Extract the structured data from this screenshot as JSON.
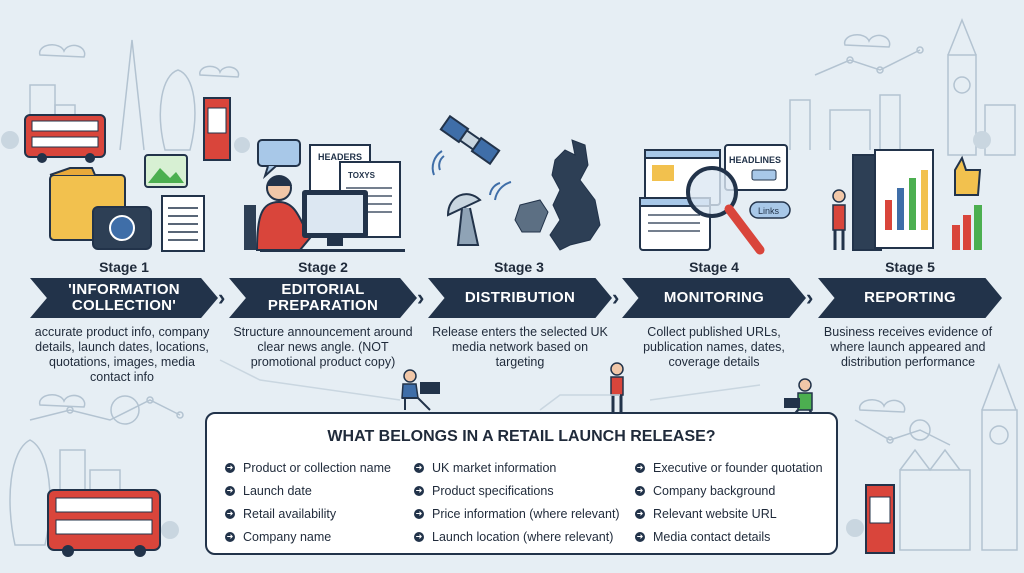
{
  "stages": [
    {
      "label": "Stage 1",
      "title_line1": "'INFORMATION",
      "title_line2": "COLLECTION'",
      "description": "accurate product info, company details, launch dates, locations, quotations, images, media contact info"
    },
    {
      "label": "Stage 2",
      "title_line1": "EDITORIAL",
      "title_line2": "PREPARATION",
      "description": "Structure announcement around clear news angle. (NOT promotional product copy)"
    },
    {
      "label": "Stage 3",
      "title_line1": "DISTRIBUTION",
      "title_line2": "",
      "description": "Release enters the selected UK media network based on targeting"
    },
    {
      "label": "Stage 4",
      "title_line1": "MONITORING",
      "title_line2": "",
      "description": "Collect published URLs, publication names, dates, coverage details"
    },
    {
      "label": "Stage 5",
      "title_line1": "REPORTING",
      "title_line2": "",
      "description": "Business receives evidence of where launch appeared and distribution performance"
    }
  ],
  "illustration_text": {
    "headers": "HEADERS",
    "texts": "TOXYS",
    "headlines": "HEADLINES",
    "links": "Links"
  },
  "checklist": {
    "title": "WHAT BELONGS IN A RETAIL LAUNCH RELEASE?",
    "col1": [
      "Product or collection name",
      "Launch date",
      "Retail availability",
      "Company name"
    ],
    "col2": [
      "UK market information",
      "Product specifications",
      "Price information (where relevant)",
      "Launch location (where relevant)"
    ],
    "col3": [
      "Executive or founder quotation",
      "Company background",
      "Relevant website URL",
      "Media contact details"
    ]
  },
  "colors": {
    "navy": "#22334a",
    "red": "#d9453b",
    "yellow": "#f2c14e",
    "blue": "#3f6ea8",
    "background": "#e6eef4"
  }
}
